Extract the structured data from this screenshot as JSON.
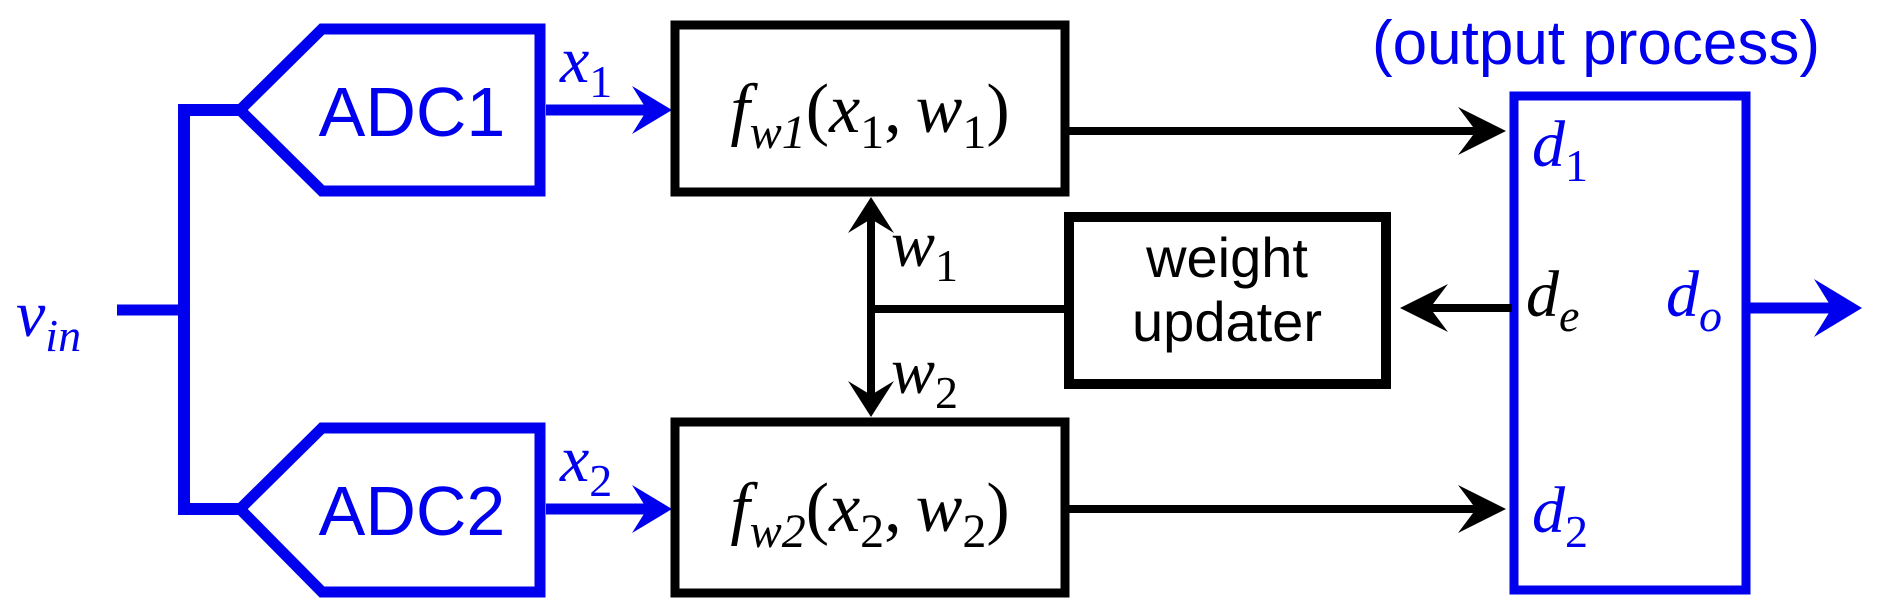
{
  "colors": {
    "blue": "#0000EE",
    "black": "#000000",
    "background": "#FFFFFF"
  },
  "annotations": {
    "output_process_title": "(output process)"
  },
  "signals": {
    "vin": {
      "base": "v",
      "sub": "in"
    },
    "x1": {
      "base": "x",
      "sub": "1"
    },
    "x2": {
      "base": "x",
      "sub": "2"
    },
    "w1": {
      "base": "w",
      "sub": "1"
    },
    "w2": {
      "base": "w",
      "sub": "2"
    },
    "d1": {
      "base": "d",
      "sub": "1"
    },
    "d2": {
      "base": "d",
      "sub": "2"
    },
    "de": {
      "base": "d",
      "sub": "e"
    },
    "do": {
      "base": "d",
      "sub": "o"
    }
  },
  "blocks": {
    "adc1": {
      "label": "ADC1"
    },
    "adc2": {
      "label": "ADC2"
    },
    "fw1": {
      "fname": "f",
      "fsub": "w1",
      "open": "(",
      "arg1": "x",
      "arg1sub": "1",
      "separator": ",",
      "arg2": "w",
      "arg2sub": "1",
      "close": ")"
    },
    "fw2": {
      "fname": "f",
      "fsub": "w2",
      "open": "(",
      "arg1": "x",
      "arg1sub": "2",
      "separator": ",",
      "arg2": "w",
      "arg2sub": "2",
      "close": ")"
    },
    "weight_updater": {
      "line1": "weight",
      "line2": "updater"
    }
  }
}
